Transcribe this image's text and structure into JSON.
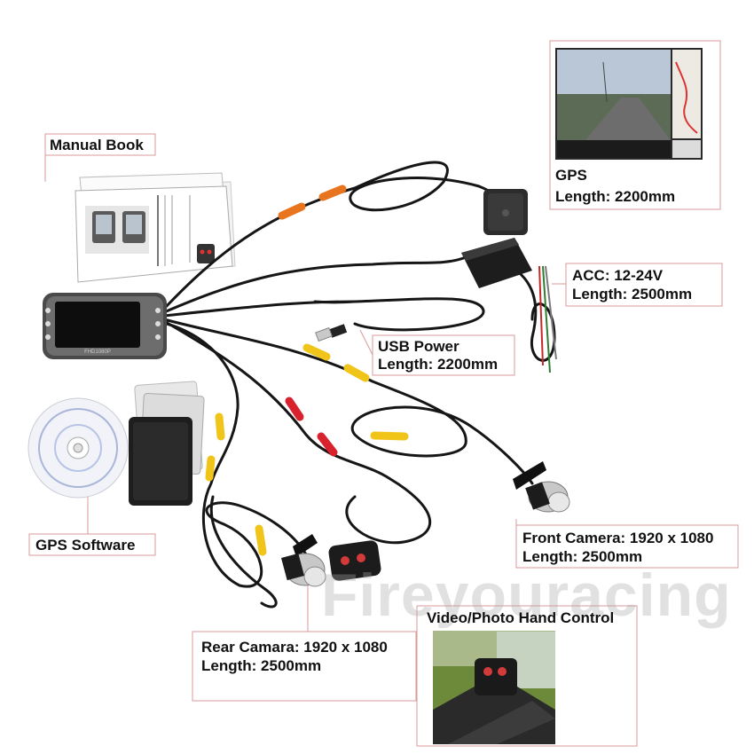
{
  "labels": {
    "manual_book": "Manual Book",
    "gps_title": "GPS",
    "gps_length": "Length: 2200mm",
    "acc_voltage": "ACC: 12-24V",
    "acc_length": "Length: 2500mm",
    "usb_title": "USB Power",
    "usb_length": "Length: 2200mm",
    "gps_software": "GPS  Software",
    "front_camera": "Front Camera: 1920 x 1080",
    "front_length": "Length: 2500mm",
    "hand_control": "Video/Photo Hand Control",
    "rear_camera": "Rear Camara: 1920 x 1080",
    "rear_length": "Length: 2500mm"
  },
  "device_model_text": "FHD1080P",
  "watermark": "Fireyouracing",
  "colors": {
    "cable": "#161616",
    "orange_sleeve": "#e8741e",
    "yellow_sleeve": "#f0c419",
    "red_sleeve": "#d8232e",
    "box_border": "#d99a9a"
  }
}
